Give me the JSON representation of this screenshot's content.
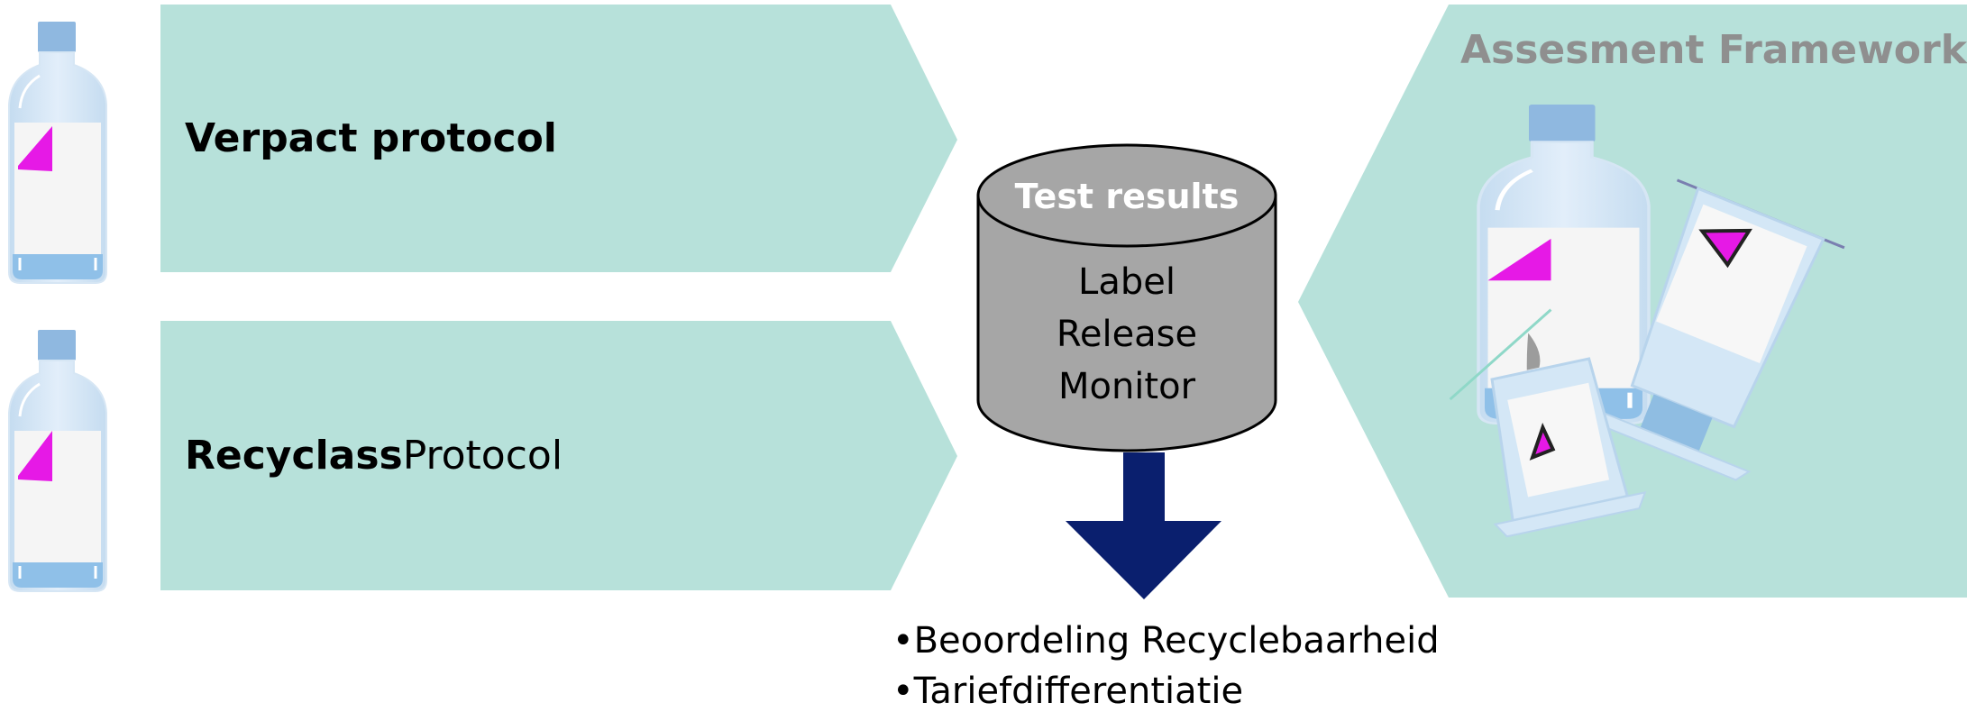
{
  "colors": {
    "arrow_fill": "#b7e1da",
    "database_fill": "#a6a6a6",
    "down_arrow": "#0a1f6e",
    "label_magenta": "#e619e6",
    "framework_title": "#8f8f8f"
  },
  "protocols": [
    {
      "bold": "Verpact protocol",
      "regular": ""
    },
    {
      "bold": "Recyclass",
      "regular": " Protocol"
    }
  ],
  "database": {
    "title": "Test results",
    "lines": [
      "Label",
      "Release",
      "Monitor"
    ]
  },
  "framework": {
    "title": "Assesment Framework"
  },
  "outcomes": [
    "•Beoordeling Recyclebaarheid",
    "•Tariefdifferentiatie"
  ],
  "icons": [
    "bottle-icon",
    "bottle-icon",
    "bottle-icon",
    "tube-icon",
    "cup-icon",
    "database-icon",
    "down-arrow-icon"
  ]
}
